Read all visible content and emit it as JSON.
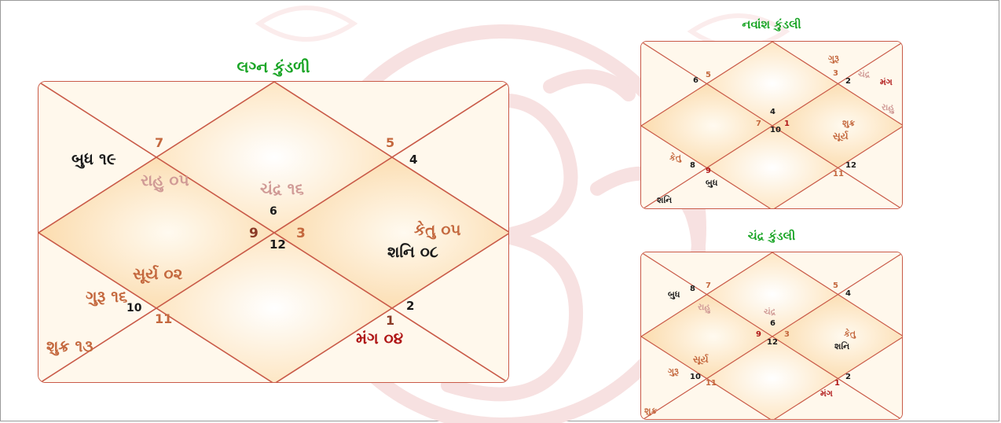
{
  "colors": {
    "title_green": "#1aa526",
    "grid_line": "#c95a48",
    "planet_black": "#1a1a1a",
    "planet_orange": "#c4683e",
    "planet_pink": "#d09a96",
    "planet_red": "#b01818",
    "house_number": "#c4683e",
    "watermark": "#f6dede"
  },
  "lagna": {
    "title": "લગ્ન કુંડળી",
    "houses": {
      "n7": "7",
      "n5": "5",
      "n4": "4",
      "n9": "9",
      "n3": "3",
      "n6": "6",
      "n12": "12",
      "n10": "10",
      "n11": "11",
      "n2": "2",
      "n1": "1"
    },
    "planets": {
      "budh": "બુધ ૧૯",
      "rahu": "રાહુ ૦૫",
      "chandra": "ચંદ્ર ૧૬",
      "ketu": "કેતુ ૦૫",
      "shani": "શનિ ૦૮",
      "surya": "સૂર્ય ૦૨",
      "guru": "ગુરૂ ૧૬",
      "shukra": "શુક્ર ૧૩",
      "mangal": "મંગ ૦૪"
    }
  },
  "navamsha": {
    "title": "નવાંશ કુંડલી",
    "houses": {
      "n6": "6",
      "n5": "5",
      "n3": "3",
      "n2": "2",
      "n4": "4",
      "n7": "7",
      "n10": "10",
      "n1": "1",
      "n8": "8",
      "n9": "9",
      "n12": "12",
      "n11": "11"
    },
    "planets": {
      "guru": "ગુરૂ",
      "chandra": "ચંદ્ર",
      "mangal": "મંગ",
      "rahu": "રાહુ",
      "shukra": "શુક્ર",
      "surya": "સૂર્ય",
      "ketu": "કેતુ",
      "budh": "બુધ",
      "shani": "શનિ"
    }
  },
  "chandra": {
    "title": "ચંદ્ર કુંડલી",
    "houses": {
      "n8": "8",
      "n7": "7",
      "n5": "5",
      "n4": "4",
      "n6": "6",
      "n9": "9",
      "n12": "12",
      "n3": "3",
      "n10": "10",
      "n11": "11",
      "n2": "2",
      "n1": "1"
    },
    "planets": {
      "budh": "બુધ",
      "rahu": "રાહુ",
      "chandra": "ચંદ્ર",
      "ketu": "કેતુ",
      "shani": "શનિ",
      "surya": "સૂર્ય",
      "guru": "ગુરૂ",
      "mangal": "મંગ",
      "shukra": "શુક્ર"
    }
  }
}
